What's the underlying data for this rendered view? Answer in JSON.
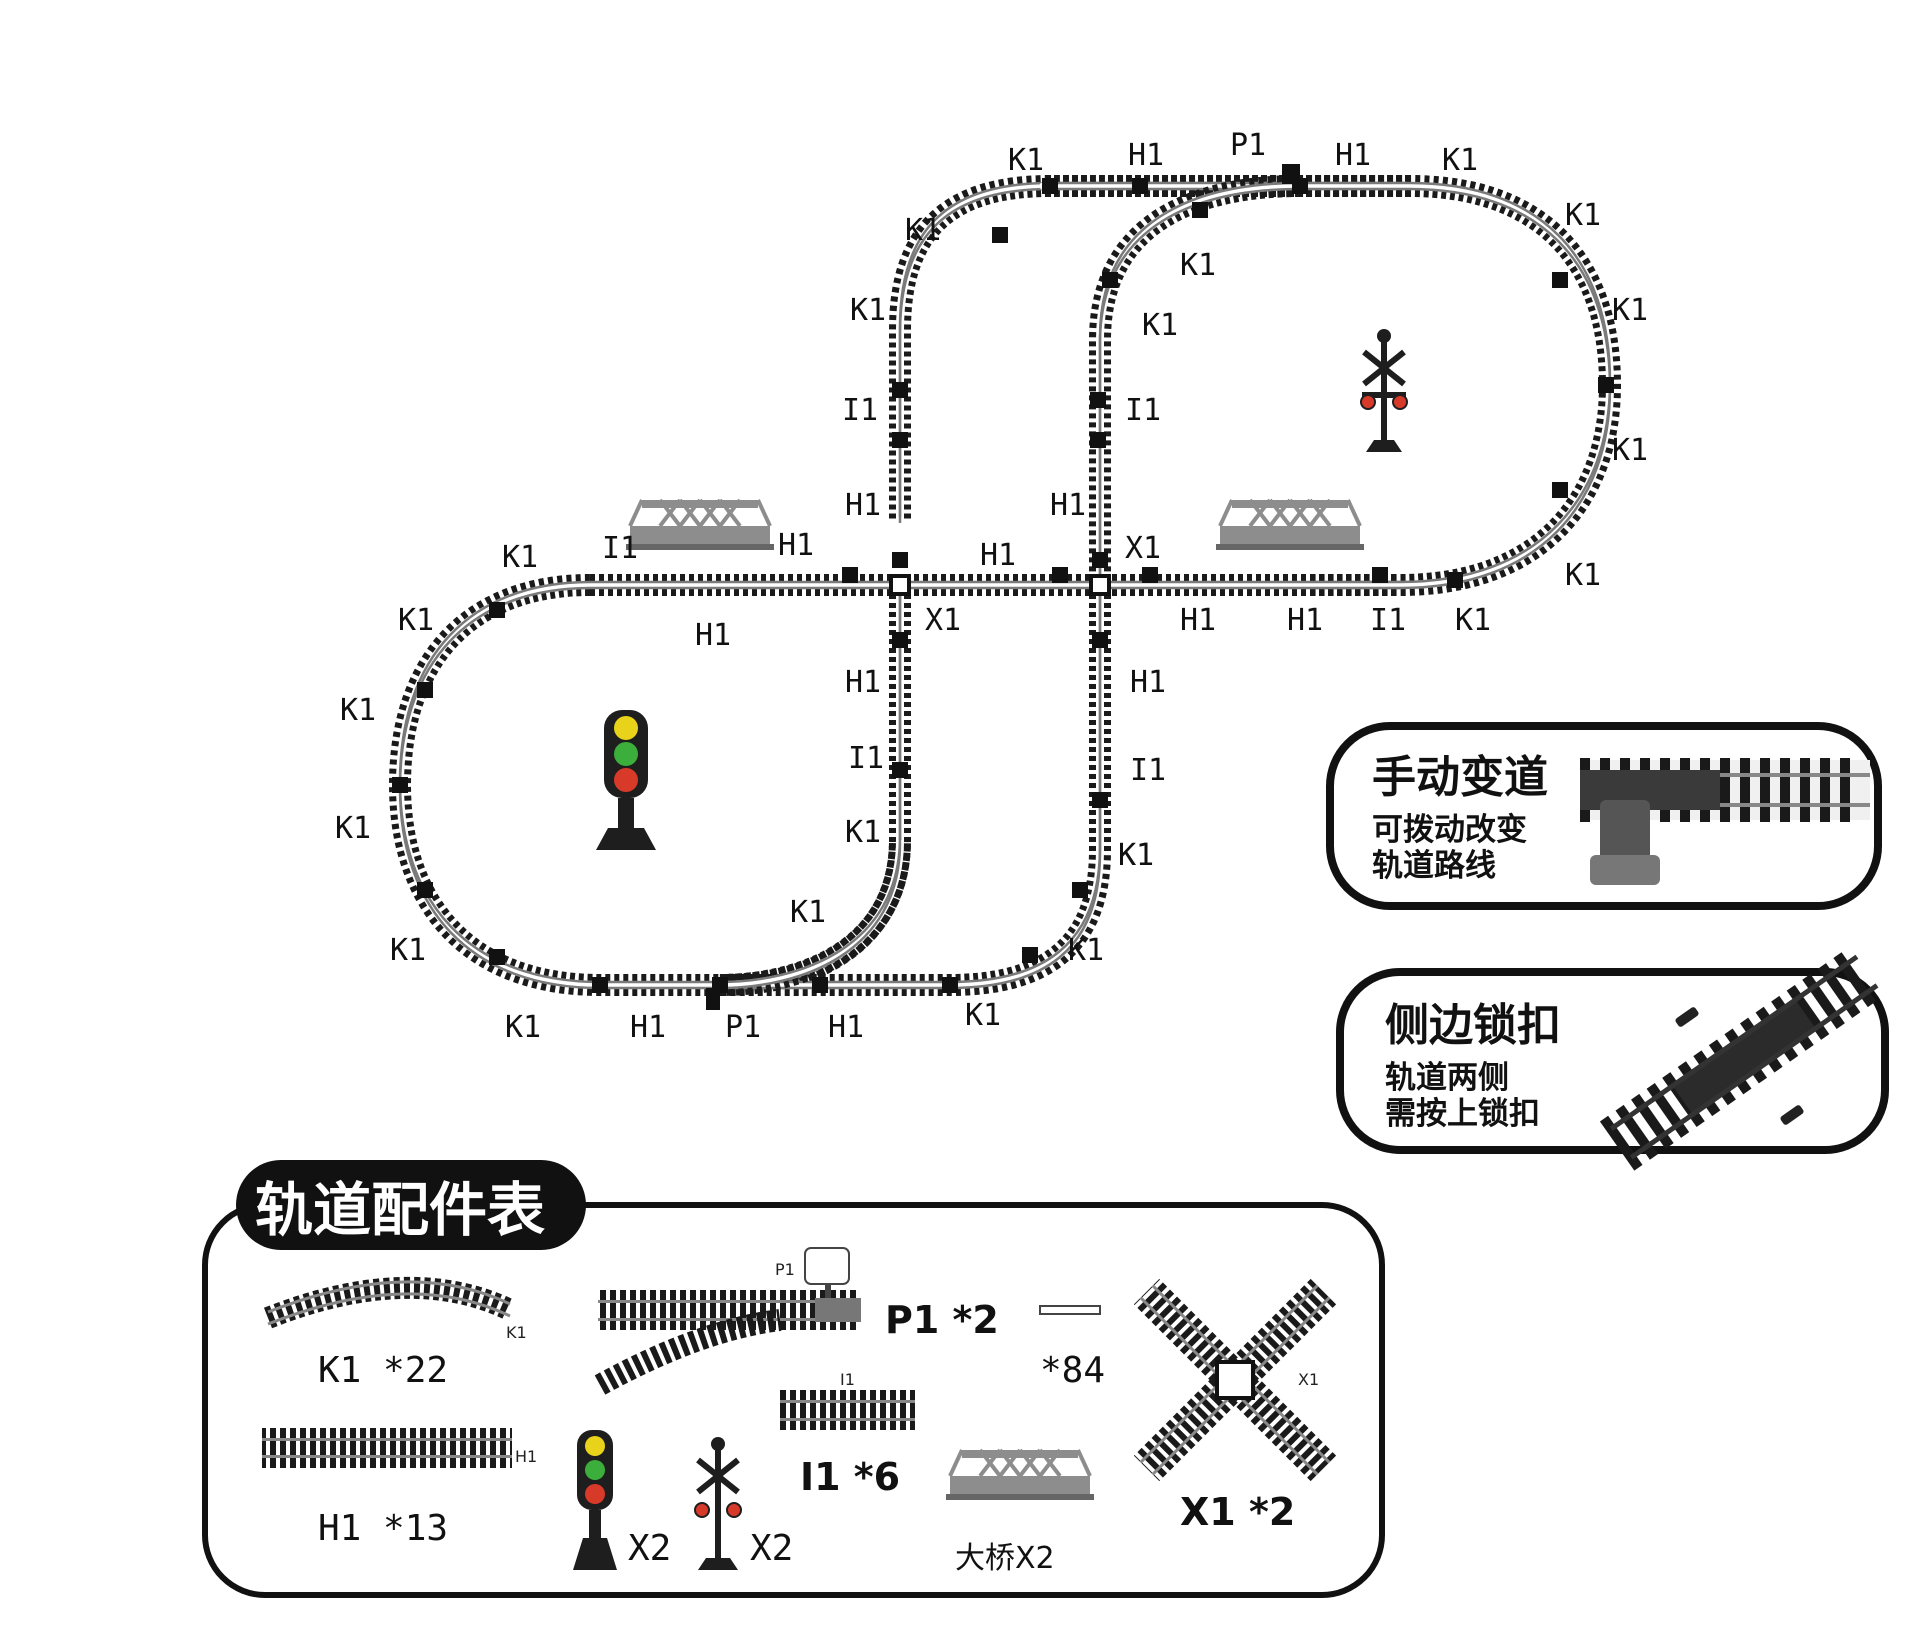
{
  "layout_labels": {
    "top": [
      "K1",
      "H1",
      "P1",
      "H1",
      "K1"
    ],
    "upper_left_arc": [
      "K1",
      "K1"
    ],
    "upper_inner_arc": [
      "K1",
      "K1"
    ],
    "right_arc": [
      "K1",
      "K1",
      "K1",
      "K1"
    ],
    "left_column": [
      "I1",
      "H1",
      "H1",
      "I1",
      "K1"
    ],
    "right_column": [
      "I1",
      "H1",
      "H1",
      "I1",
      "K1"
    ],
    "middle": [
      "K1",
      "I1",
      "H1",
      "H1",
      "X1",
      "X1",
      "H1",
      "H1",
      "I1",
      "K1"
    ],
    "left_arc": [
      "K1",
      "K1",
      "K1",
      "K1"
    ],
    "bottom": [
      "K1",
      "H1",
      "P1",
      "H1",
      "K1"
    ],
    "lower_inner_arc": [
      "K1",
      "K1",
      "K1"
    ]
  },
  "callout_switch": {
    "title": "手动变道",
    "line1": "可拨动改变",
    "line2": "轨道路线"
  },
  "callout_clip": {
    "title": "侧边锁扣",
    "line1": "轨道两侧",
    "line2": "需按上锁扣"
  },
  "parts_table": {
    "banner": "轨道配件表",
    "k1_tag": "K1",
    "k1_count": "K1 *22",
    "h1_tag": "H1",
    "h1_count": "H1 *13",
    "p1_tag": "P1",
    "p1_count": "P1 *2",
    "clip_count": "*84",
    "i1_tag": "I1",
    "i1_count": "I1 *6",
    "x1_tag": "X1",
    "x1_count": "X1 *2",
    "traffic_light_count": "X2",
    "crossing_signal_count": "X2",
    "bridge_label": "大桥X2"
  },
  "colors": {
    "track_tie": "#1a1a1a",
    "rail": "#7a7a7a",
    "bridge": "#8d8d8d",
    "signal_yellow": "#e8d21a",
    "signal_green": "#3cae3c",
    "signal_red": "#d83a2a"
  },
  "icons": [
    "traffic-light-icon",
    "railroad-crossing-icon",
    "bridge-icon",
    "switch-track-icon",
    "crossing-track-icon",
    "side-clip-icon"
  ]
}
